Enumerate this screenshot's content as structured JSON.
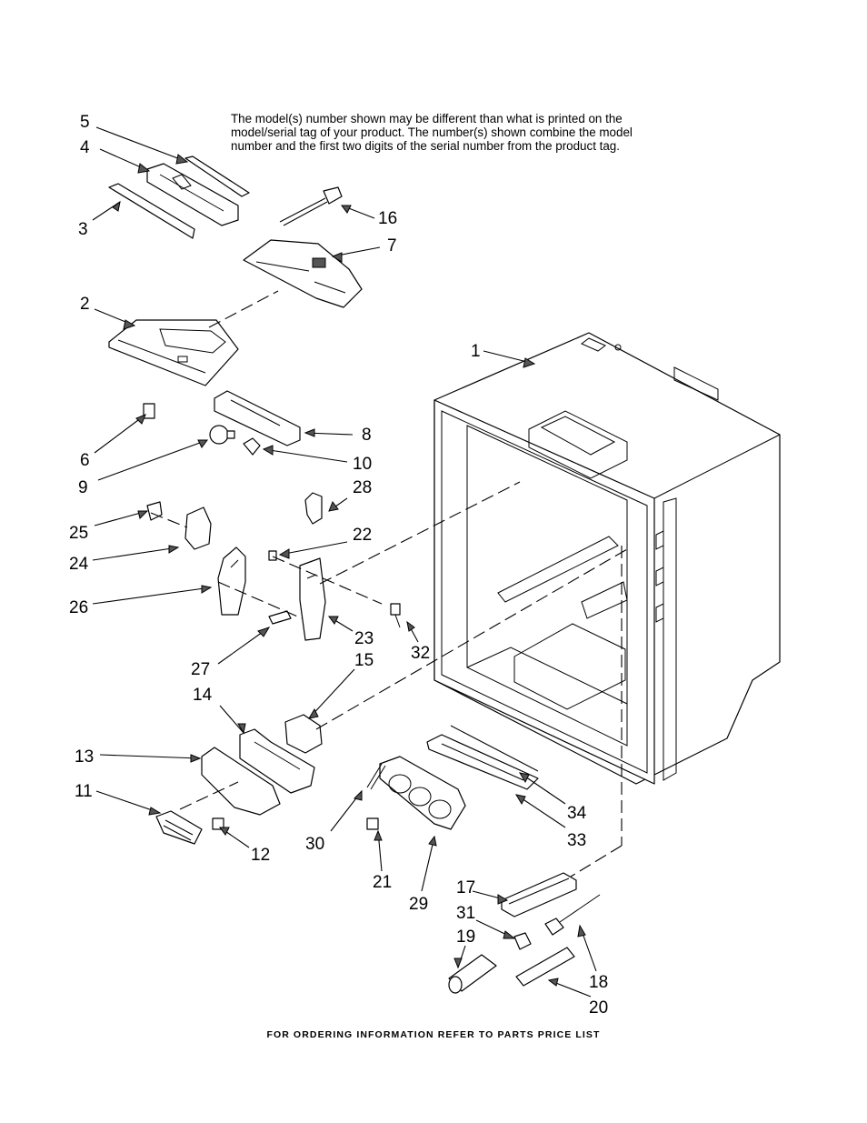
{
  "note": {
    "line1": "The model(s) number shown may be different than what is printed on the",
    "line2": "model/serial tag of your product. The number(s) shown combine the model",
    "line3": "number and the first two digits of the serial number from the product tag."
  },
  "footer": "FOR ORDERING INFORMATION REFER TO PARTS PRICE LIST",
  "callouts": [
    "1",
    "2",
    "3",
    "4",
    "5",
    "6",
    "7",
    "8",
    "9",
    "10",
    "11",
    "12",
    "13",
    "14",
    "15",
    "16",
    "17",
    "18",
    "19",
    "20",
    "21",
    "22",
    "23",
    "24",
    "25",
    "26",
    "27",
    "28",
    "29",
    "30",
    "31",
    "32",
    "33",
    "34"
  ]
}
